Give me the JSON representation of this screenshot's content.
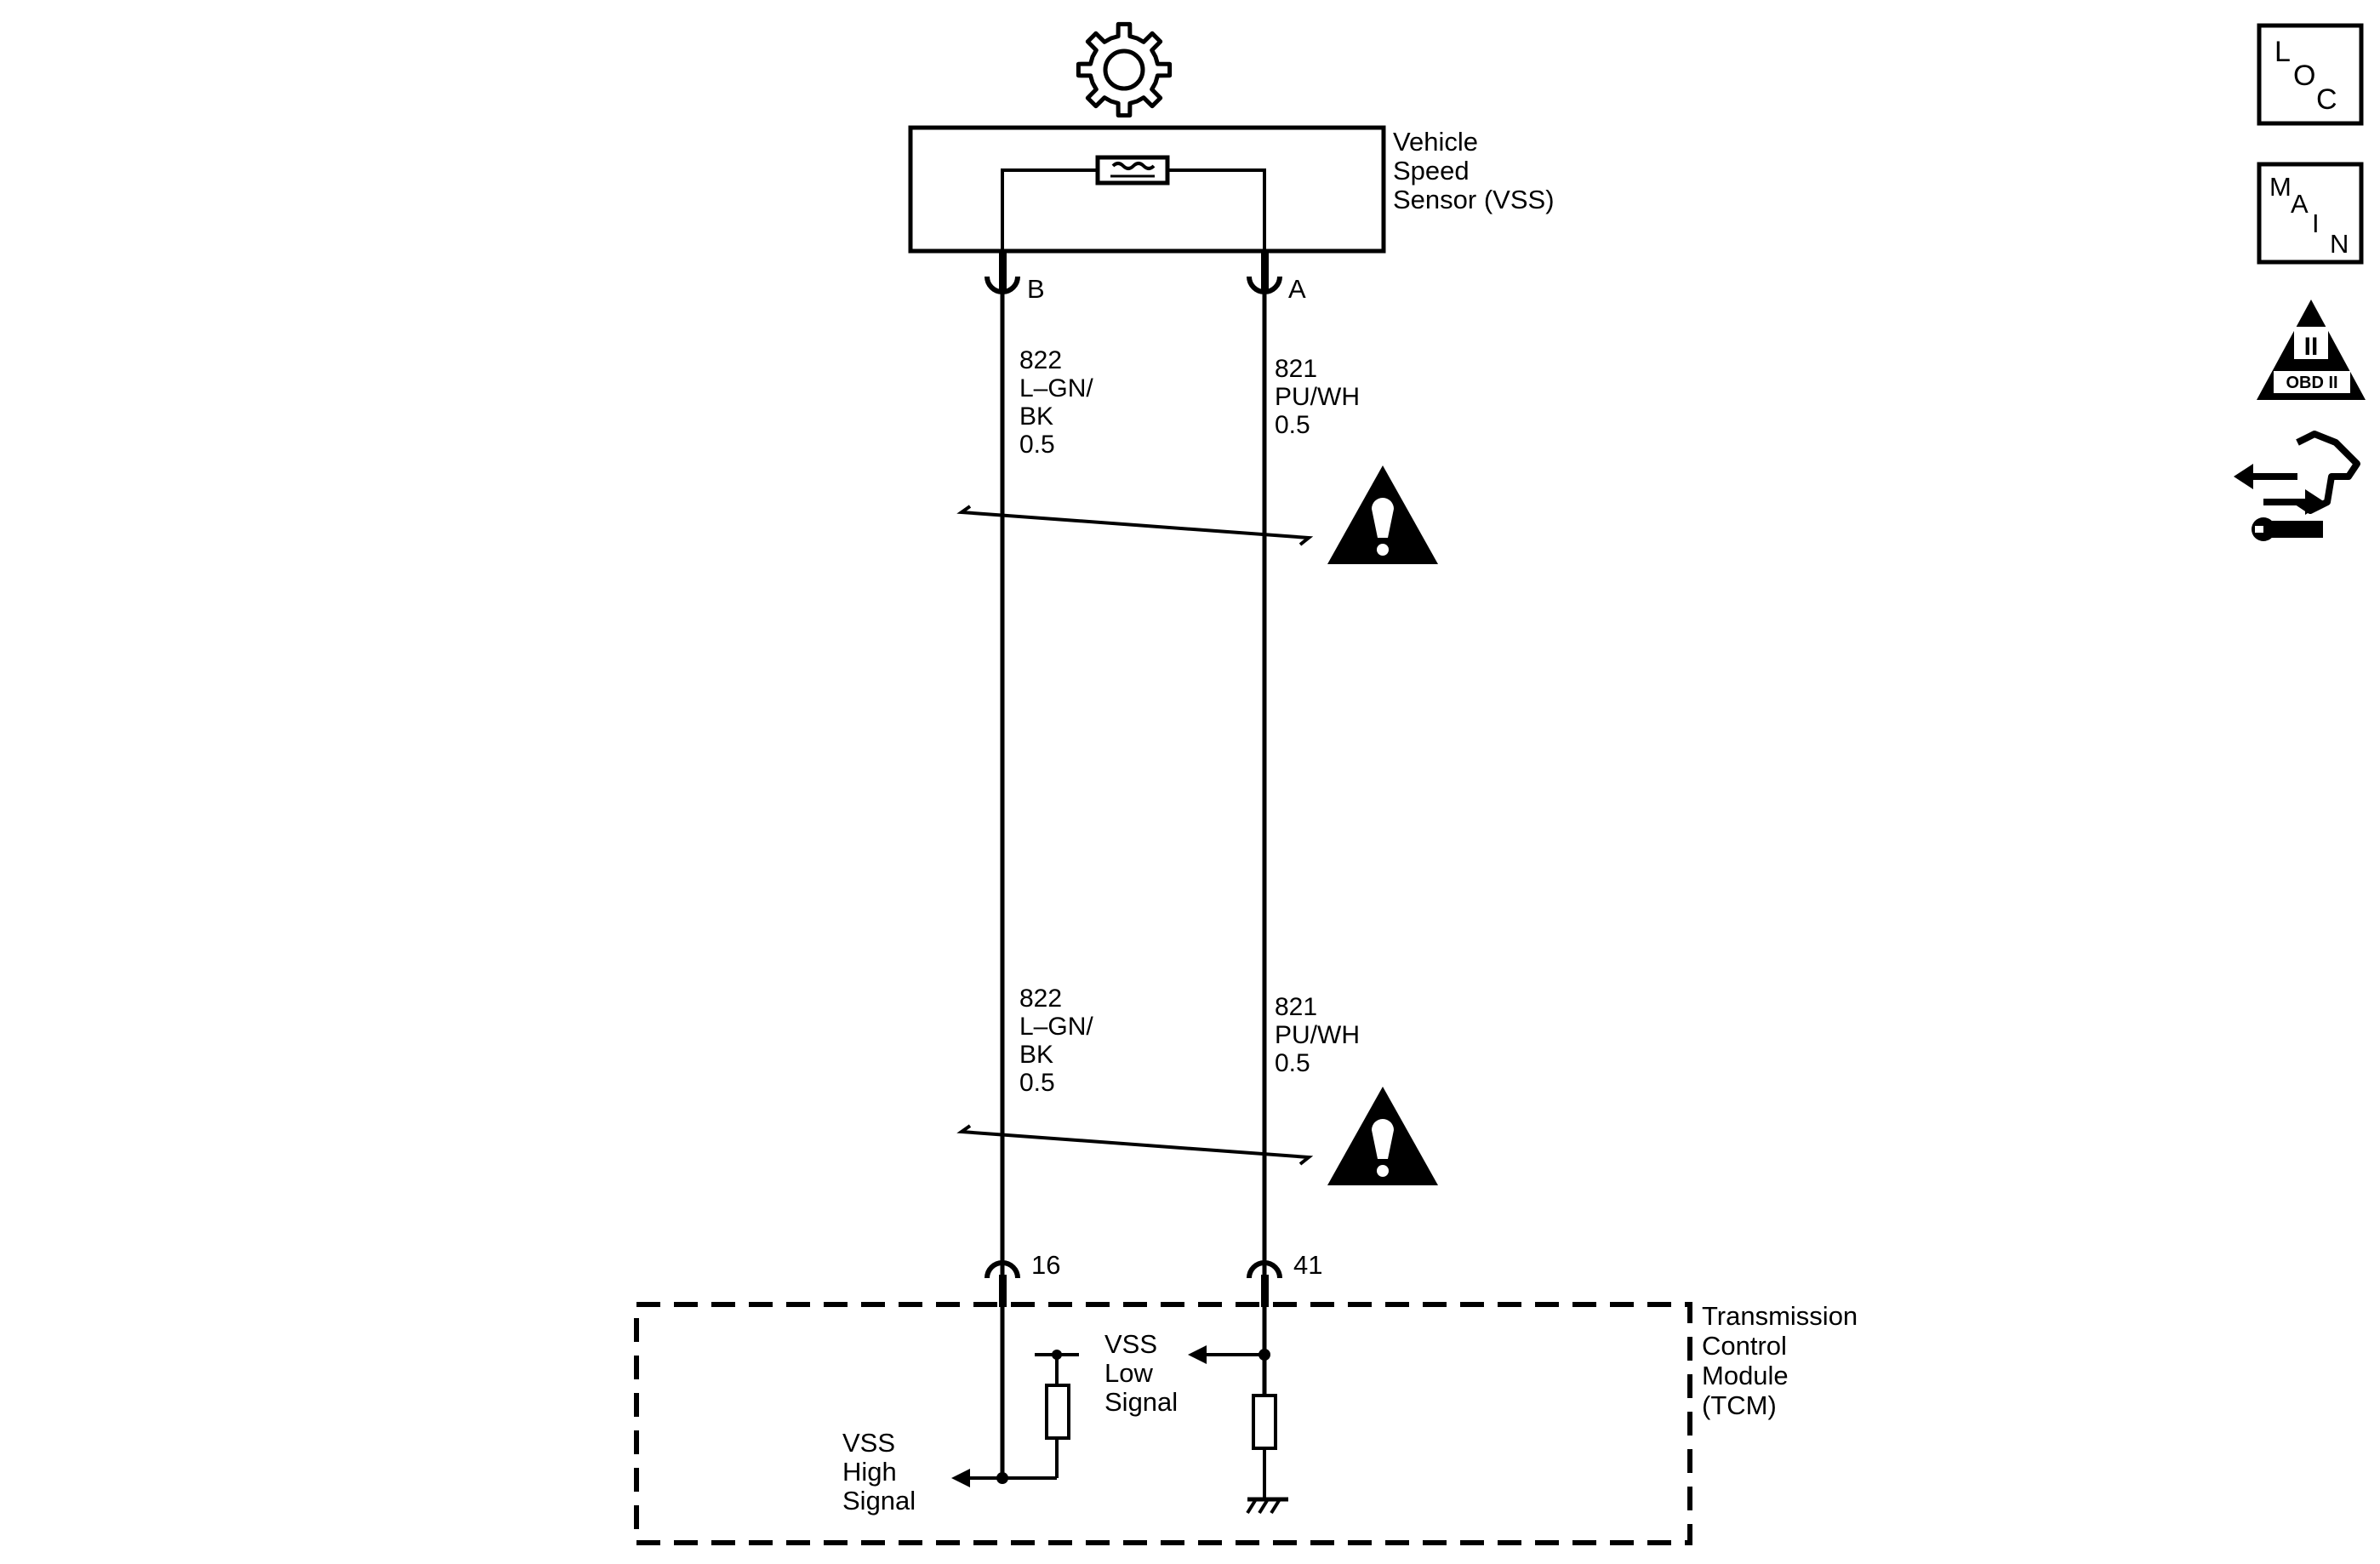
{
  "sensor": {
    "label_lines": [
      "Vehicle",
      "Speed",
      "Sensor (VSS)"
    ],
    "pin_b": "B",
    "pin_a": "A"
  },
  "module": {
    "label_lines": [
      "Transmission",
      "Control",
      "Module",
      "(TCM)"
    ],
    "pin_left": "16",
    "pin_right": "41",
    "high_signal_lines": [
      "VSS",
      "High",
      "Signal"
    ],
    "low_signal_lines": [
      "VSS",
      "Low",
      "Signal"
    ]
  },
  "wires": {
    "left_upper": [
      "822",
      "L–GN/",
      "BK",
      "0.5"
    ],
    "right_upper": [
      "821",
      "PU/WH",
      "0.5"
    ],
    "left_lower": [
      "822",
      "L–GN/",
      "BK",
      "0.5"
    ],
    "right_lower": [
      "821",
      "PU/WH",
      "0.5"
    ]
  },
  "side_icons": {
    "loc": {
      "l": "L",
      "o": "O",
      "c": "C"
    },
    "main": {
      "m": "M",
      "a": "A",
      "i": "I",
      "n": "N"
    },
    "obd": {
      "roman": "II",
      "text": "OBD II"
    },
    "names": [
      "location-icon",
      "main-icon",
      "obd-ii-icon",
      "connector-repair-icon"
    ]
  },
  "colors": {
    "ink": "#000000",
    "paper": "#ffffff"
  }
}
